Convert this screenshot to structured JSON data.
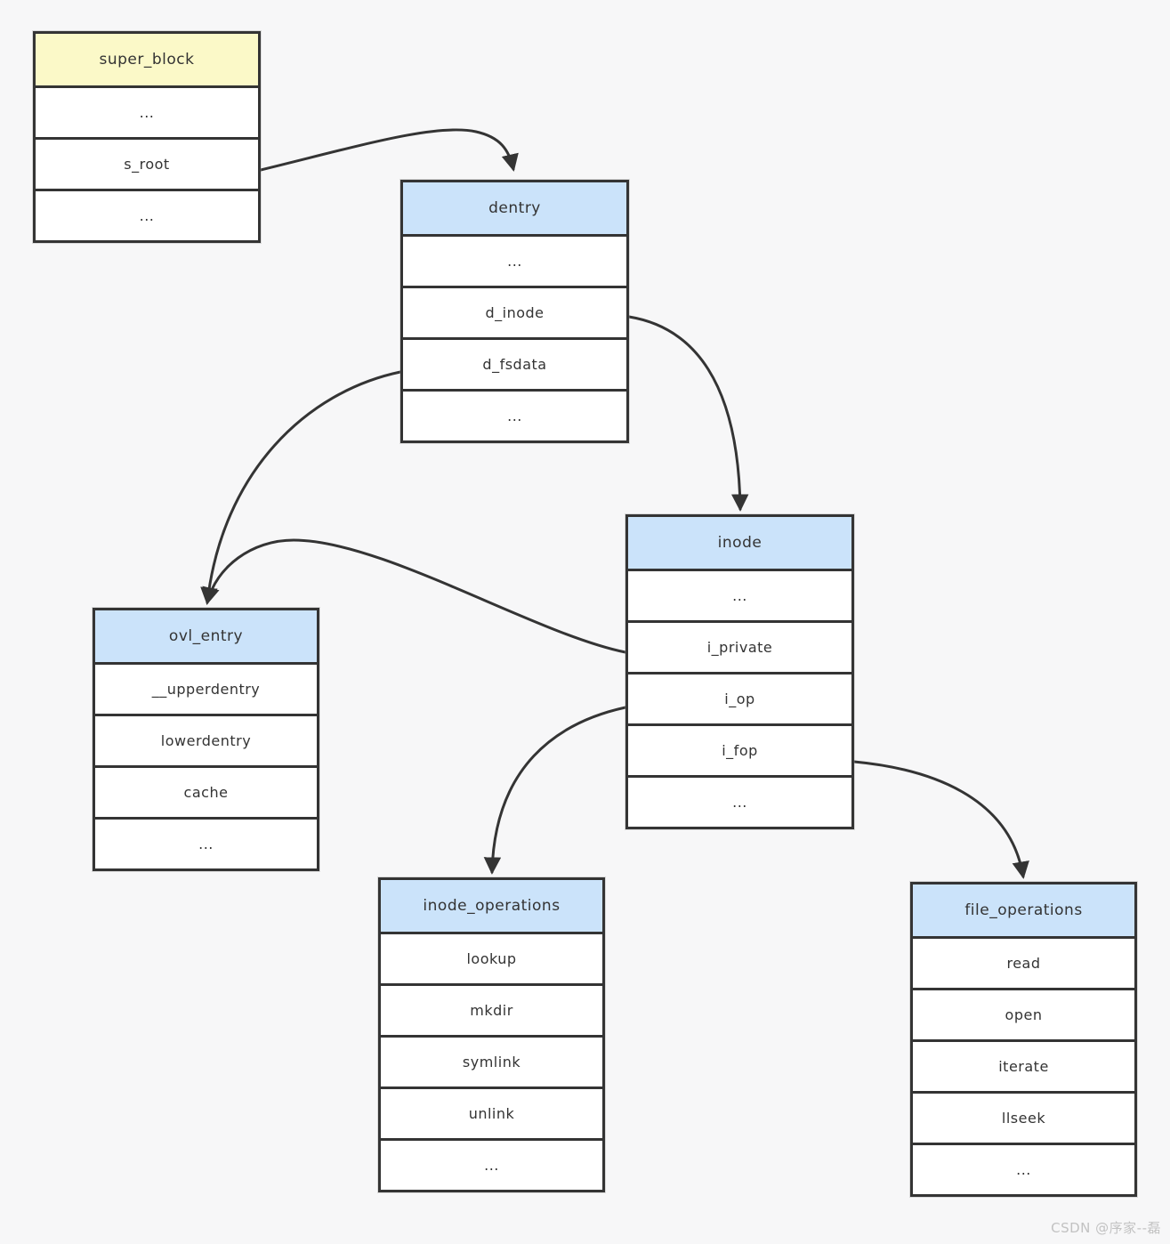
{
  "colors": {
    "bg": "#f7f7f8",
    "border": "#343434",
    "header_yellow": "#fbf9c8",
    "header_blue": "#cbe3fa",
    "row_bg": "#ffffff",
    "text": "#333333",
    "watermark": "#c2c2c2"
  },
  "watermark": "CSDN @序家--磊",
  "boxes": [
    {
      "title": "super_block",
      "header_color": "yellow",
      "rows": [
        "...",
        "s_root",
        "..."
      ]
    },
    {
      "title": "dentry",
      "header_color": "blue",
      "rows": [
        "...",
        "d_inode",
        "d_fsdata",
        "..."
      ]
    },
    {
      "title": "inode",
      "header_color": "blue",
      "rows": [
        "...",
        "i_private",
        "i_op",
        "i_fop",
        "..."
      ]
    },
    {
      "title": "ovl_entry",
      "header_color": "blue",
      "rows": [
        "__upperdentry",
        "lowerdentry",
        "cache",
        "..."
      ]
    },
    {
      "title": "inode_operations",
      "header_color": "blue",
      "rows": [
        "lookup",
        "mkdir",
        "symlink",
        "unlink",
        "..."
      ]
    },
    {
      "title": "file_operations",
      "header_color": "blue",
      "rows": [
        "read",
        "open",
        "iterate",
        "llseek",
        "..."
      ]
    }
  ],
  "edges": [
    {
      "from": "super_block.s_root",
      "to": "dentry"
    },
    {
      "from": "dentry.d_inode",
      "to": "inode"
    },
    {
      "from": "dentry.d_fsdata",
      "to": "ovl_entry"
    },
    {
      "from": "inode.i_private",
      "to": "ovl_entry"
    },
    {
      "from": "inode.i_op",
      "to": "inode_operations"
    },
    {
      "from": "inode.i_fop",
      "to": "file_operations"
    }
  ]
}
